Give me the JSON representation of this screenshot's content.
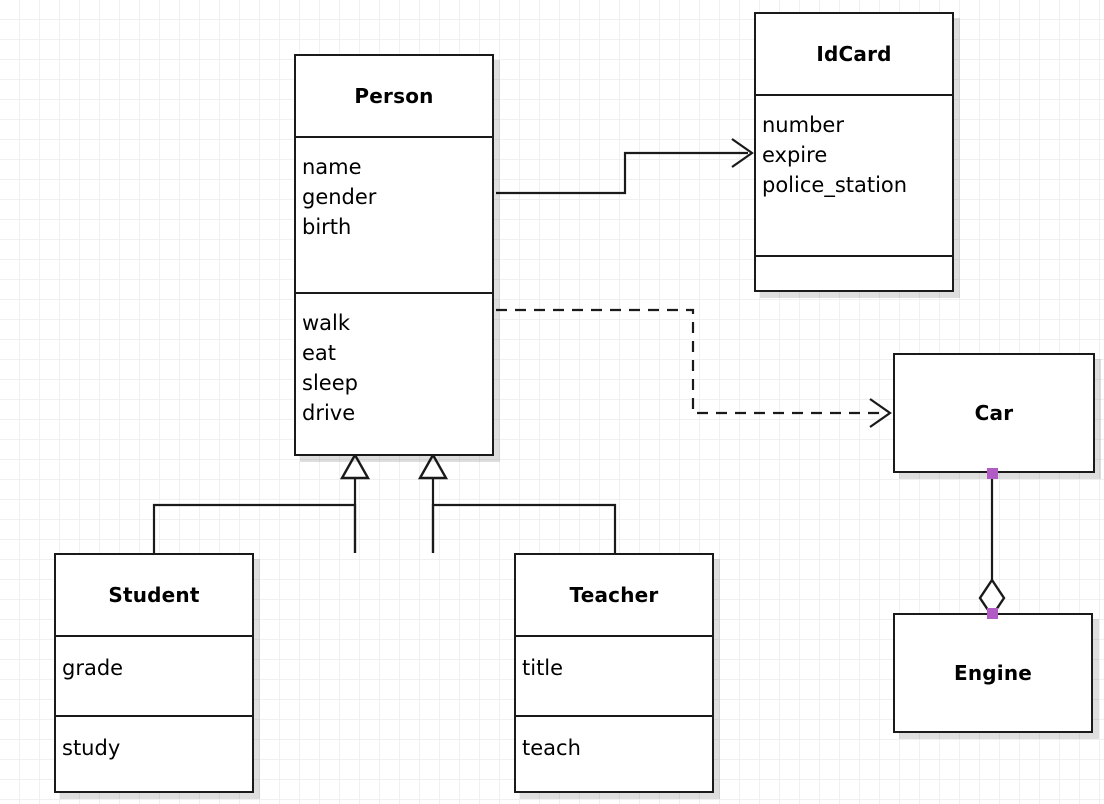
{
  "diagram": {
    "type": "uml-class-diagram",
    "background": "#ffffff",
    "grid_color": "#f0f0f0",
    "line_color": "#1a1a1a",
    "handle_color": "#b05cc4"
  },
  "classes": {
    "person": {
      "name": "Person",
      "attributes": [
        "name",
        "gender",
        "birth"
      ],
      "operations": [
        "walk",
        "eat",
        "sleep",
        "drive"
      ]
    },
    "idcard": {
      "name": "IdCard",
      "attributes": [
        "number",
        "expire",
        "police_station"
      ],
      "operations": []
    },
    "student": {
      "name": "Student",
      "attributes": [
        "grade"
      ],
      "operations": [
        "study"
      ]
    },
    "teacher": {
      "name": "Teacher",
      "attributes": [
        "title"
      ],
      "operations": [
        "teach"
      ]
    },
    "car": {
      "name": "Car"
    },
    "engine": {
      "name": "Engine"
    }
  },
  "relationships": [
    {
      "id": "person-idcard",
      "kind": "association",
      "style": "solid",
      "arrowhead": "open",
      "from": "Person",
      "to": "IdCard"
    },
    {
      "id": "person-car",
      "kind": "dependency",
      "style": "dashed",
      "arrowhead": "open",
      "from": "Person",
      "to": "Car"
    },
    {
      "id": "student-person",
      "kind": "generalization",
      "style": "solid",
      "arrowhead": "hollow-triangle",
      "from": "Student",
      "to": "Person"
    },
    {
      "id": "teacher-person",
      "kind": "generalization",
      "style": "solid",
      "arrowhead": "hollow-triangle",
      "from": "Teacher",
      "to": "Person"
    },
    {
      "id": "car-engine",
      "kind": "aggregation",
      "style": "solid",
      "arrowhead": "hollow-diamond",
      "from": "Car",
      "to": "Engine",
      "selected": true
    }
  ]
}
